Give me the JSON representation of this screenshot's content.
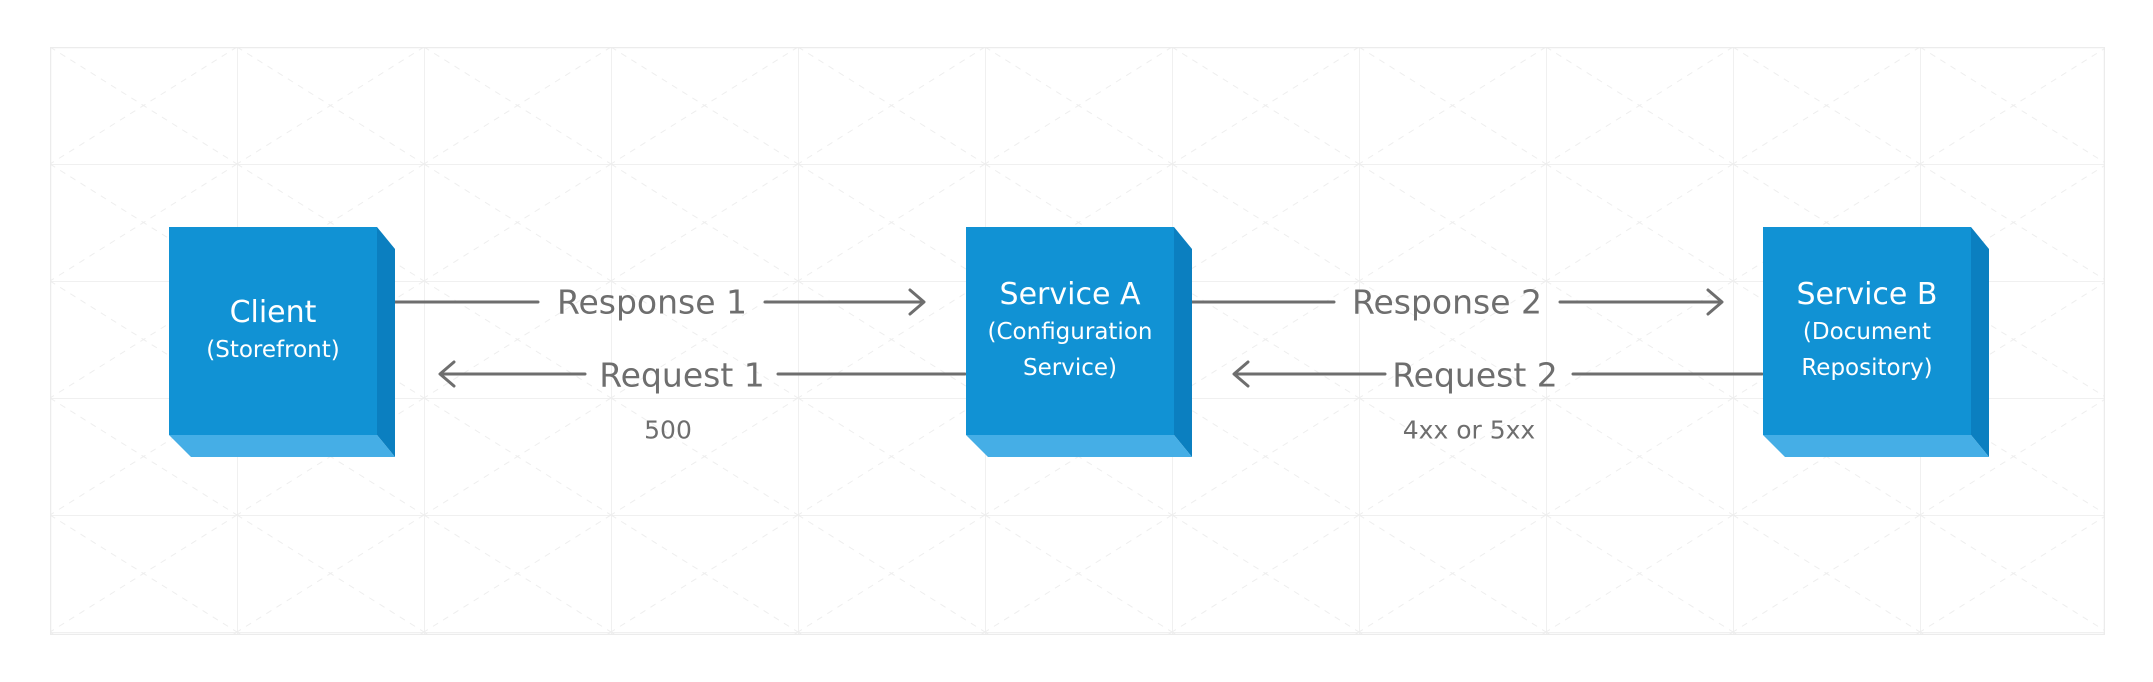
{
  "nodes": {
    "client": {
      "title": "Client",
      "subtitle": "(Storefront)"
    },
    "service_a": {
      "title": "Service A",
      "subtitle": "(Configuration\nService)"
    },
    "service_b": {
      "title": "Service B",
      "subtitle": "(Document\nRepository)"
    }
  },
  "edges": {
    "response_1": {
      "label": "Response 1"
    },
    "request_1": {
      "label": "Request 1",
      "status": "500"
    },
    "response_2": {
      "label": "Response 2"
    },
    "request_2": {
      "label": "Request 2",
      "status": "4xx or 5xx"
    }
  },
  "colors": {
    "cube_front": "#1192d4",
    "cube_side": "#0b7fc0",
    "cube_bottom": "#45aee6",
    "arrow": "#6e6e6e",
    "grid": "#e6e6e6"
  }
}
